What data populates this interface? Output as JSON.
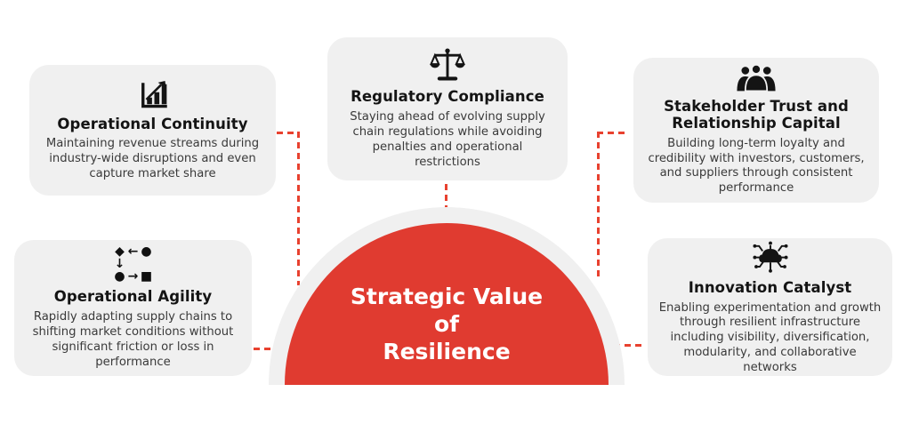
{
  "center": {
    "title_lines": [
      "Strategic Value",
      "of",
      "Resilience"
    ]
  },
  "cards": [
    {
      "icon": "bar-chart-growth-icon",
      "title": "Operational Continuity",
      "body": "Maintaining revenue streams during industry-wide disruptions and even capture market share"
    },
    {
      "icon": "scales-of-justice-icon",
      "title": "Regulatory Compliance",
      "body": "Staying ahead of evolving supply chain regulations while avoiding penalties and operational restrictions"
    },
    {
      "icon": "people-group-icon",
      "title": "Stakeholder Trust and Relationship Capital",
      "body": "Building long-term loyalty and credibility with investors, customers, and suppliers through consistent performance"
    },
    {
      "icon": "workflow-shapes-icon",
      "title": "Operational Agility",
      "body": "Rapidly adapting supply chains to shifting market conditions without significant friction or loss in performance",
      "glyphs": [
        "◆",
        "←",
        "●",
        "↓",
        "",
        "",
        "●",
        "→",
        "■"
      ]
    },
    {
      "icon": "innovation-network-icon",
      "title": "Innovation Catalyst",
      "body": "Enabling experimentation and growth through resilient infrastructure including visibility, diversification, modularity, and collaborative networks"
    }
  ],
  "colors": {
    "accent_red": "#E03B30",
    "connector_red": "#E8412F",
    "card_bg": "#F0F0F0",
    "ring_gray": "#F0F0F0",
    "heading_text": "#141414",
    "body_text": "#3A3A3A",
    "dome_text": "#FFFFFF"
  }
}
